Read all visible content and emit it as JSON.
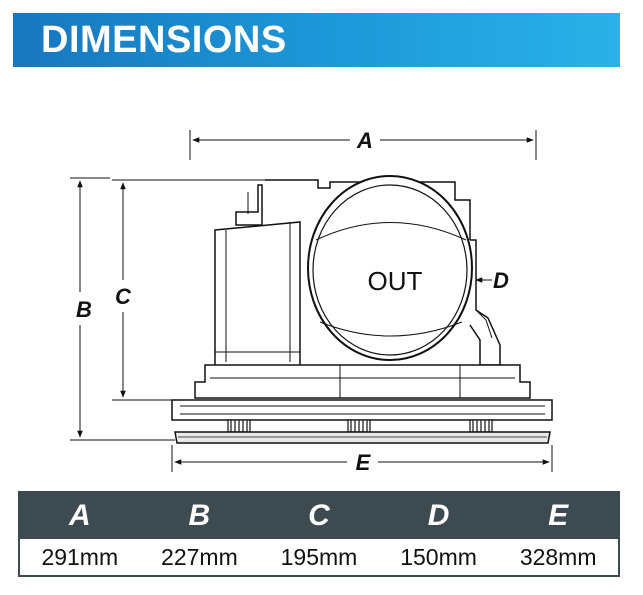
{
  "header": {
    "title": "DIMENSIONS"
  },
  "diagram": {
    "outlet_label": "OUT",
    "labels": {
      "a": "A",
      "b": "B",
      "c": "C",
      "d": "D",
      "e": "E"
    }
  },
  "table": {
    "headers": [
      "A",
      "B",
      "C",
      "D",
      "E"
    ],
    "values": [
      "291mm",
      "227mm",
      "195mm",
      "150mm",
      "328mm"
    ]
  },
  "colors": {
    "header_gradient_start": "#1877be",
    "header_gradient_end": "#2bb1e8",
    "table_header_bg": "#3d4a50"
  }
}
